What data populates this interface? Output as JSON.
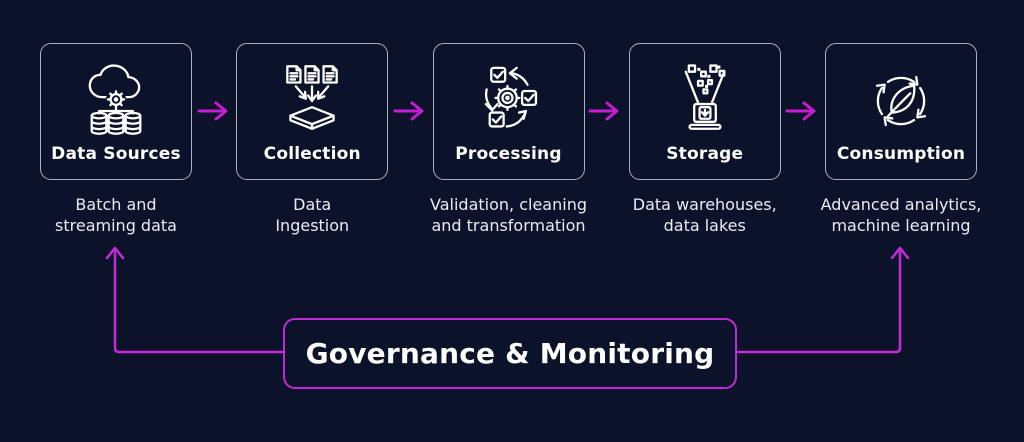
{
  "colors": {
    "background": "#0c1229",
    "accent_magenta": "#c41ed0",
    "box_border": "#a9b0c6",
    "heading_text": "#ffffff",
    "sub_text": "#e9ecf5"
  },
  "stages": [
    {
      "label": "Data Sources",
      "sublines": [
        "Batch and",
        "streaming data"
      ],
      "icon": "cloud-database-icon"
    },
    {
      "label": "Collection",
      "sublines": [
        "Data",
        "Ingestion"
      ],
      "icon": "documents-ingestion-icon"
    },
    {
      "label": "Processing",
      "sublines": [
        "Validation, cleaning",
        "and transformation"
      ],
      "icon": "checklist-gear-cycle-icon"
    },
    {
      "label": "Storage",
      "sublines": [
        "Data warehouses,",
        "data lakes"
      ],
      "icon": "data-funnel-storage-icon"
    },
    {
      "label": "Consumption",
      "sublines": [
        "Advanced analytics,",
        "machine learning"
      ],
      "icon": "leaf-recycle-icon"
    }
  ],
  "governance": {
    "label": "Governance & Monitoring"
  }
}
